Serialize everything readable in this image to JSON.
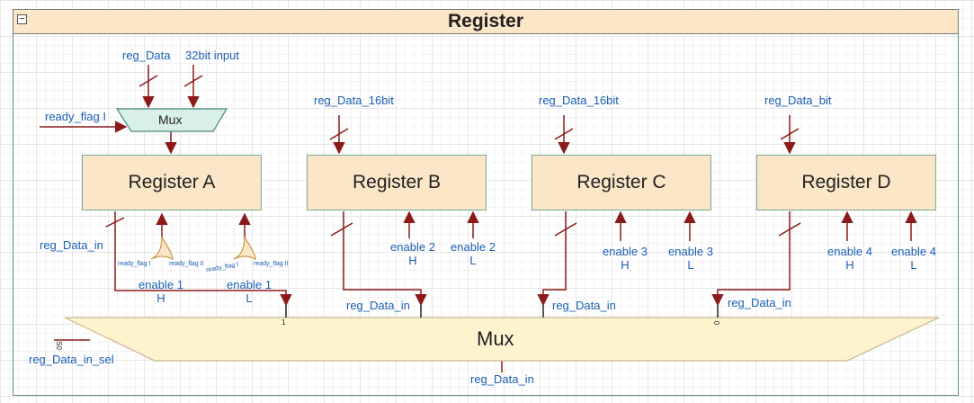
{
  "diagram": {
    "title": "Register",
    "collapse_symbol": "−",
    "top_mux": {
      "label": "Mux",
      "input_a": "reg_Data",
      "input_b": "32bit input",
      "select": "ready_flag I"
    },
    "registers": {
      "a": {
        "name": "Register A",
        "output": "reg_Data_in",
        "enable_high": "enable 1\nH",
        "enable_low": "enable 1\nL",
        "gate_in_1": "ready_flag I",
        "gate_in_2": "ready_flag II",
        "gate_in_3": "ready_flag I",
        "gate_in_4": "ready_flag II"
      },
      "b": {
        "name": "Register B",
        "input": "reg_Data_16bit",
        "output": "reg_Data_in",
        "enable_high": "enable 2\nH",
        "enable_low": "enable 2\nL"
      },
      "c": {
        "name": "Register C",
        "input": "reg_Data_16bit",
        "output": "reg_Data_in",
        "enable_high": "enable 3\nH",
        "enable_low": "enable 3\nL"
      },
      "d": {
        "name": "Register D",
        "input": "reg_Data_bit",
        "output": "reg_Data_in",
        "enable_high": "enable 4\nH",
        "enable_low": "enable 4\nL"
      }
    },
    "bottom_mux": {
      "label": "Mux",
      "select": "reg_Data_in_sel",
      "select_pin": "S0",
      "pin_1": "1",
      "pin_0": "0",
      "output": "reg_Data_in"
    },
    "colors": {
      "wire": "#8b1a1a",
      "label": "#1a5fb4",
      "block_fill": "#fbe6c8",
      "block_border": "#7aa896",
      "mux_fill": "#fdf3cf",
      "frame": "#5e8f7b"
    }
  }
}
